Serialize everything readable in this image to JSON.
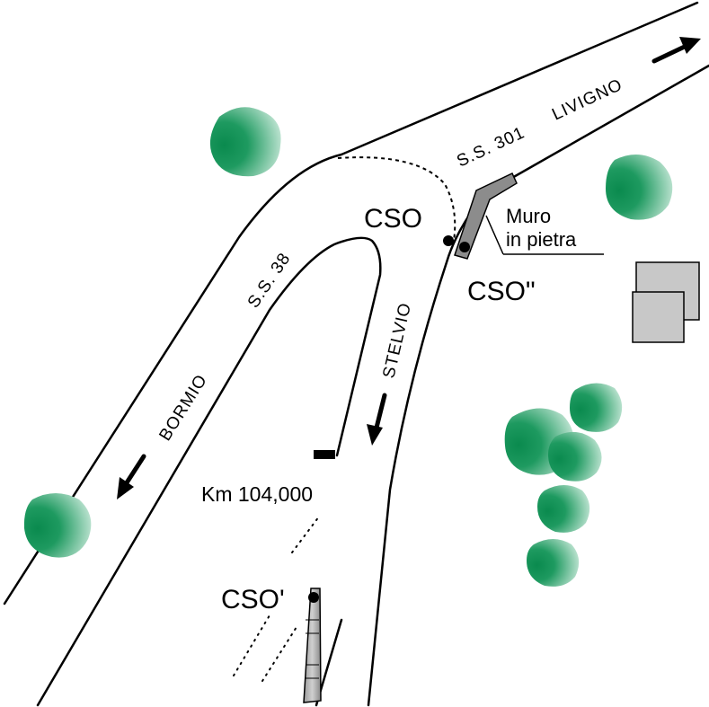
{
  "roads": {
    "ss301": "S.S. 301",
    "livigno": "LIVIGNO",
    "ss38": "S.S. 38",
    "bormio": "BORMIO",
    "stelvio": "STELVIO"
  },
  "points": {
    "cso": "CSO",
    "cso_prime": "CSO'",
    "cso_double": "CSO\""
  },
  "wall": {
    "line1": "Muro",
    "line2": "in pietra"
  },
  "milestone": {
    "label": "Km 104,000"
  },
  "colors": {
    "tree_dark": "#0a8a4e",
    "tree_light": "#e6f6ee",
    "building_fill": "#c8c8c8",
    "wall_fill": "#8c8c8c",
    "vehicle_fill": "#b4b4b4",
    "ink": "#000000"
  }
}
